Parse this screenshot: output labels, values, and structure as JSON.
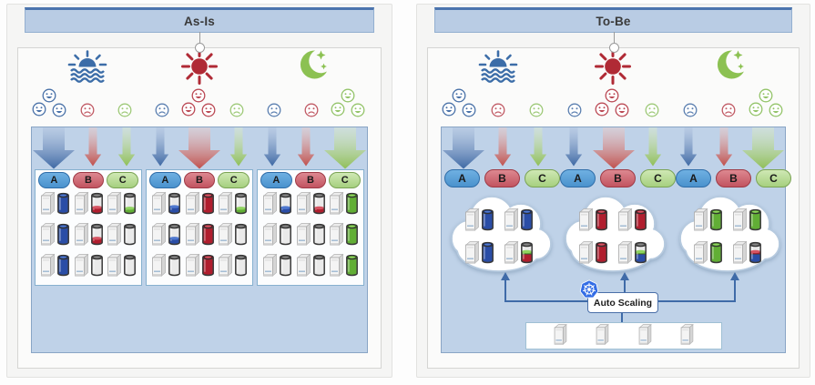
{
  "titles_note": "architecture comparison diagram",
  "services": {
    "A": {
      "label": "A",
      "pill_top": "#6fb0e2",
      "pill_bottom": "#4a92cd",
      "pill_edge": "#2f6da8",
      "cyl": "#2a4da6",
      "cyl_dark": "#17306e",
      "cyl_light": "#4f78cf",
      "face": "#4a72a8",
      "arrow": "#3e68a4",
      "arrow_light": "#b3c5e0"
    },
    "B": {
      "label": "B",
      "pill_top": "#dd8890",
      "pill_bottom": "#c25460",
      "pill_edge": "#9e3945",
      "cyl": "#b01e2e",
      "cyl_dark": "#6f0f1c",
      "cyl_light": "#d65563",
      "face": "#bb4a55",
      "arrow": "#c0504d",
      "arrow_light": "#e8cccb"
    },
    "C": {
      "label": "C",
      "pill_top": "#cfe8b4",
      "pill_bottom": "#a6d07f",
      "pill_edge": "#7aa354",
      "cyl": "#61ae35",
      "cyl_dark": "#3c7a1c",
      "cyl_light": "#8fd45f",
      "face": "#94c46a",
      "arrow": "#8fbf57",
      "arrow_light": "#dcead0"
    }
  },
  "times": {
    "sunrise": {
      "name": "morning",
      "color": "#3c6da8"
    },
    "sun": {
      "name": "daytime",
      "color": "#b02a35"
    },
    "moon": {
      "name": "night",
      "color": "#8cc152"
    }
  },
  "icons": {
    "sunrise-icon": "sun rising over waves",
    "sun-icon": "radiant midday sun",
    "moon-icon": "crescent moon with stars",
    "user-face-icon": "user smiley face",
    "demand-arrow": "downward demand arrow",
    "server-icon": "server tower",
    "capacity-cylinder-icon": "utilization gauge cylinder",
    "cloud-icon": "cloud resource pool",
    "kubernetes-icon": "kubernetes helm wheel"
  },
  "panels": [
    {
      "id": "as-is",
      "title": "As-Is",
      "groups": [
        {
          "time": "sunrise",
          "columns": [
            {
              "service": "A",
              "users": 3,
              "arrow": "large"
            },
            {
              "service": "B",
              "users": 1,
              "arrow": "small"
            },
            {
              "service": "C",
              "users": 1,
              "arrow": "small"
            }
          ],
          "racks": [
            {
              "service": "A",
              "levels": [
                100,
                100,
                100
              ]
            },
            {
              "service": "B",
              "levels": [
                26,
                26,
                0
              ]
            },
            {
              "service": "C",
              "levels": [
                20,
                0,
                0
              ]
            }
          ]
        },
        {
          "time": "sun",
          "columns": [
            {
              "service": "A",
              "users": 1,
              "arrow": "small"
            },
            {
              "service": "B",
              "users": 3,
              "arrow": "large"
            },
            {
              "service": "C",
              "users": 1,
              "arrow": "small"
            }
          ],
          "racks": [
            {
              "service": "A",
              "levels": [
                30,
                26,
                0
              ]
            },
            {
              "service": "B",
              "levels": [
                100,
                100,
                100
              ]
            },
            {
              "service": "C",
              "levels": [
                20,
                0,
                0
              ]
            }
          ]
        },
        {
          "time": "moon",
          "columns": [
            {
              "service": "A",
              "users": 1,
              "arrow": "small"
            },
            {
              "service": "B",
              "users": 1,
              "arrow": "small"
            },
            {
              "service": "C",
              "users": 3,
              "arrow": "large"
            }
          ],
          "racks": [
            {
              "service": "A",
              "levels": [
                24,
                0,
                0
              ]
            },
            {
              "service": "B",
              "levels": [
                22,
                0,
                0
              ]
            },
            {
              "service": "C",
              "levels": [
                100,
                100,
                100
              ]
            }
          ]
        }
      ]
    },
    {
      "id": "to-be",
      "title": "To-Be",
      "groups": [
        {
          "time": "sunrise",
          "columns": [
            {
              "service": "A",
              "users": 3,
              "arrow": "large"
            },
            {
              "service": "B",
              "users": 1,
              "arrow": "small"
            },
            {
              "service": "C",
              "users": 1,
              "arrow": "small"
            }
          ],
          "cloud": {
            "cylinders": [
              {
                "type": "full",
                "service": "A"
              },
              {
                "type": "full",
                "service": "A"
              },
              {
                "type": "full",
                "service": "A"
              },
              {
                "type": "mixed",
                "stripes": [
                  [
                    "B",
                    40
                  ],
                  [
                    "C",
                    16
                  ]
                ]
              }
            ]
          }
        },
        {
          "time": "sun",
          "columns": [
            {
              "service": "A",
              "users": 1,
              "arrow": "small"
            },
            {
              "service": "B",
              "users": 3,
              "arrow": "large"
            },
            {
              "service": "C",
              "users": 1,
              "arrow": "small"
            }
          ],
          "cloud": {
            "cylinders": [
              {
                "type": "full",
                "service": "B"
              },
              {
                "type": "full",
                "service": "B"
              },
              {
                "type": "full",
                "service": "B"
              },
              {
                "type": "mixed",
                "stripes": [
                  [
                    "A",
                    40
                  ],
                  [
                    "C",
                    16
                  ]
                ]
              }
            ]
          }
        },
        {
          "time": "moon",
          "columns": [
            {
              "service": "A",
              "users": 1,
              "arrow": "small"
            },
            {
              "service": "B",
              "users": 1,
              "arrow": "small"
            },
            {
              "service": "C",
              "users": 3,
              "arrow": "large"
            }
          ],
          "cloud": {
            "cylinders": [
              {
                "type": "full",
                "service": "C"
              },
              {
                "type": "full",
                "service": "C"
              },
              {
                "type": "full",
                "service": "C"
              },
              {
                "type": "mixed",
                "stripes": [
                  [
                    "A",
                    40
                  ],
                  [
                    "B",
                    16
                  ]
                ]
              }
            ]
          }
        }
      ],
      "auto_scaling": {
        "label": "Auto Scaling",
        "icon": "kubernetes-icon",
        "kubernetes_blue": "#326ce5"
      },
      "spare_pool": {
        "servers": 4
      }
    }
  ]
}
